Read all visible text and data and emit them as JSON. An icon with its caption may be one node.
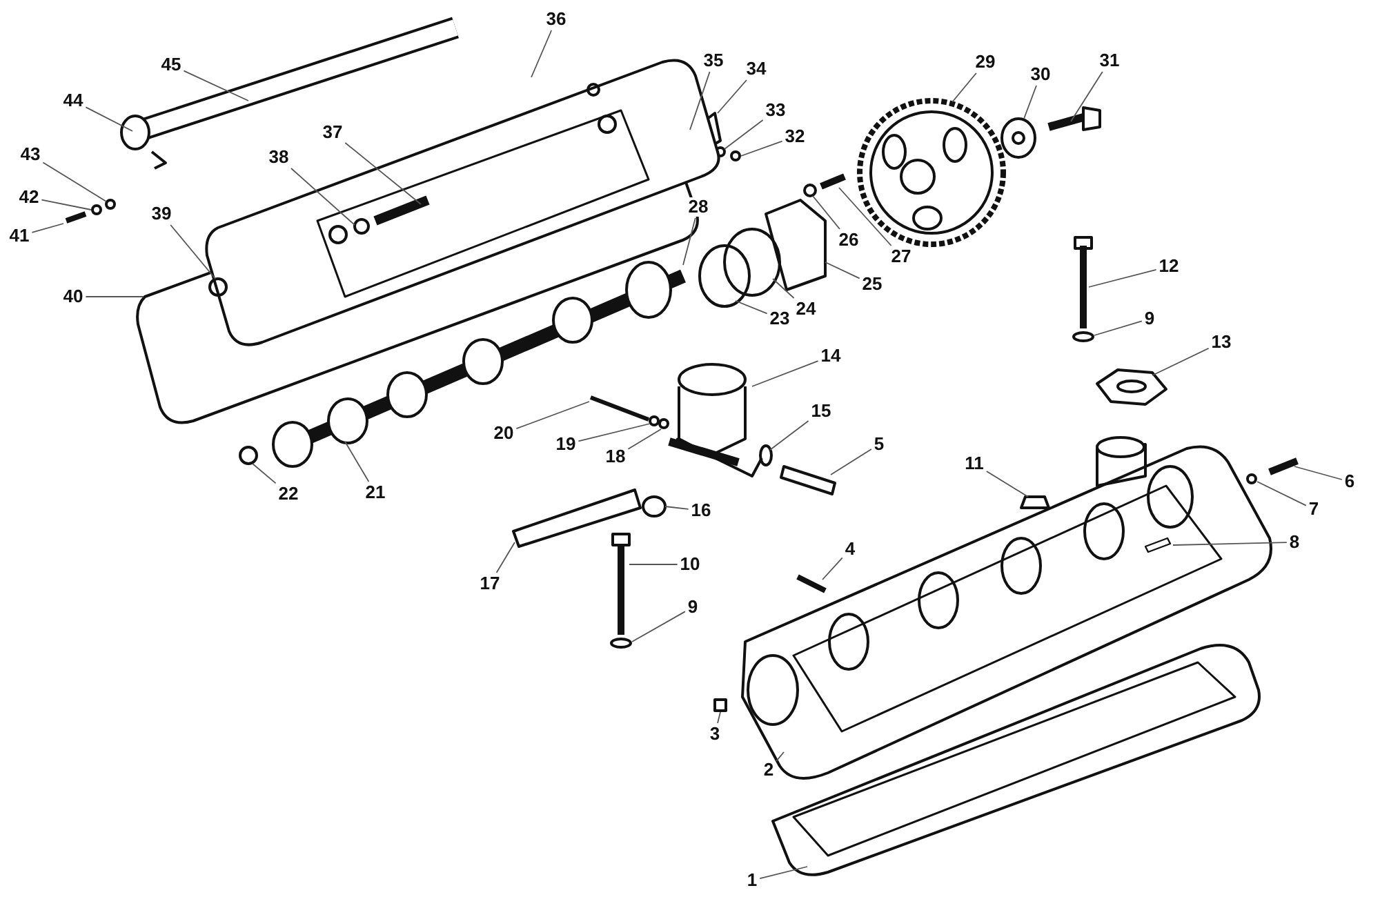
{
  "diagram": {
    "nodes": [
      {
        "text": [
          "1"
        ]
      },
      {
        "text": [
          "2"
        ]
      },
      {
        "text": [
          "3"
        ]
      },
      {
        "text": [
          "4"
        ]
      },
      {
        "text": [
          "5"
        ]
      },
      {
        "text": [
          "6"
        ]
      },
      {
        "text": [
          "7"
        ]
      },
      {
        "text": [
          "8"
        ]
      },
      {
        "text": [
          "9"
        ]
      },
      {
        "text": [
          "9"
        ]
      },
      {
        "text": [
          "10"
        ]
      },
      {
        "text": [
          "11"
        ]
      },
      {
        "text": [
          "12"
        ]
      },
      {
        "text": [
          "13"
        ]
      },
      {
        "text": [
          "14"
        ]
      },
      {
        "text": [
          "15"
        ]
      },
      {
        "text": [
          "16"
        ]
      },
      {
        "text": [
          "17"
        ]
      },
      {
        "text": [
          "18"
        ]
      },
      {
        "text": [
          "19"
        ]
      },
      {
        "text": [
          "20"
        ]
      },
      {
        "text": [
          "21"
        ]
      },
      {
        "text": [
          "22"
        ]
      },
      {
        "text": [
          "23"
        ]
      },
      {
        "text": [
          "24"
        ]
      },
      {
        "text": [
          "25"
        ]
      },
      {
        "text": [
          "26"
        ]
      },
      {
        "text": [
          "27"
        ]
      },
      {
        "text": [
          "28"
        ]
      },
      {
        "text": [
          "29"
        ]
      },
      {
        "text": [
          "30"
        ]
      },
      {
        "text": [
          "31"
        ]
      },
      {
        "text": [
          "32"
        ]
      },
      {
        "text": [
          "33"
        ]
      },
      {
        "text": [
          "34"
        ]
      },
      {
        "text": [
          "35"
        ]
      },
      {
        "text": [
          "36"
        ]
      },
      {
        "text": [
          "37"
        ]
      },
      {
        "text": [
          "38"
        ]
      },
      {
        "text": [
          "39"
        ]
      },
      {
        "text": [
          "40"
        ]
      },
      {
        "text": [
          "41"
        ]
      },
      {
        "text": [
          "42"
        ]
      },
      {
        "text": [
          "43"
        ]
      },
      {
        "text": [
          "44"
        ]
      },
      {
        "text": [
          "45"
        ]
      }
    ],
    "edges": [
      {
        "from": 0,
        "to": null,
        "arrow": "none"
      },
      {
        "from": 1,
        "to": null,
        "arrow": "none"
      },
      {
        "from": 2,
        "to": null,
        "arrow": "none"
      },
      {
        "from": 3,
        "to": null,
        "arrow": "none"
      },
      {
        "from": 4,
        "to": null,
        "arrow": "none"
      },
      {
        "from": 5,
        "to": null,
        "arrow": "none"
      },
      {
        "from": 6,
        "to": null,
        "arrow": "none"
      },
      {
        "from": 7,
        "to": null,
        "arrow": "none"
      },
      {
        "from": 8,
        "to": null,
        "arrow": "none"
      },
      {
        "from": 9,
        "to": null,
        "arrow": "none"
      },
      {
        "from": 10,
        "to": null,
        "arrow": "none"
      },
      {
        "from": 11,
        "to": null,
        "arrow": "none"
      },
      {
        "from": 12,
        "to": null,
        "arrow": "none"
      },
      {
        "from": 13,
        "to": null,
        "arrow": "none"
      },
      {
        "from": 14,
        "to": null,
        "arrow": "none"
      },
      {
        "from": 15,
        "to": null,
        "arrow": "none"
      },
      {
        "from": 16,
        "to": null,
        "arrow": "none"
      },
      {
        "from": 17,
        "to": null,
        "arrow": "none"
      },
      {
        "from": 18,
        "to": null,
        "arrow": "none"
      },
      {
        "from": 19,
        "to": null,
        "arrow": "none"
      },
      {
        "from": 20,
        "to": null,
        "arrow": "none"
      },
      {
        "from": 21,
        "to": null,
        "arrow": "none"
      },
      {
        "from": 22,
        "to": null,
        "arrow": "none"
      },
      {
        "from": 23,
        "to": null,
        "arrow": "none"
      },
      {
        "from": 24,
        "to": null,
        "arrow": "none"
      },
      {
        "from": 25,
        "to": null,
        "arrow": "none"
      },
      {
        "from": 26,
        "to": null,
        "arrow": "none"
      },
      {
        "from": 27,
        "to": null,
        "arrow": "none"
      },
      {
        "from": 28,
        "to": null,
        "arrow": "none"
      },
      {
        "from": 29,
        "to": null,
        "arrow": "none"
      },
      {
        "from": 30,
        "to": null,
        "arrow": "none"
      },
      {
        "from": 31,
        "to": null,
        "arrow": "none"
      },
      {
        "from": 32,
        "to": null,
        "arrow": "none"
      },
      {
        "from": 33,
        "to": null,
        "arrow": "none"
      },
      {
        "from": 34,
        "to": null,
        "arrow": "none"
      },
      {
        "from": 35,
        "to": null,
        "arrow": "none"
      },
      {
        "from": 36,
        "to": null,
        "arrow": "none"
      },
      {
        "from": 37,
        "to": null,
        "arrow": "none"
      },
      {
        "from": 38,
        "to": null,
        "arrow": "none"
      },
      {
        "from": 39,
        "to": null,
        "arrow": "none"
      },
      {
        "from": 40,
        "to": null,
        "arrow": "none"
      },
      {
        "from": 41,
        "to": null,
        "arrow": "none"
      },
      {
        "from": 42,
        "to": null,
        "arrow": "none"
      },
      {
        "from": 43,
        "to": null,
        "arrow": "none"
      },
      {
        "from": 44,
        "to": null,
        "arrow": "none"
      },
      {
        "from": 45,
        "to": null,
        "arrow": "none"
      }
    ]
  }
}
